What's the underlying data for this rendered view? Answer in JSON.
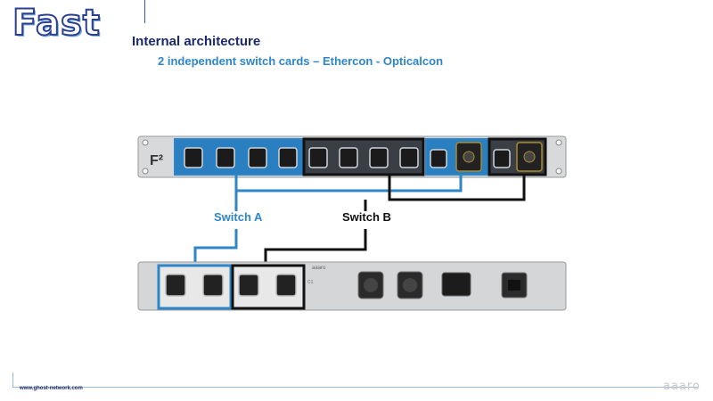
{
  "logo": {
    "text": "Fast"
  },
  "title": "Internal architecture",
  "subtitle": "2 independent switch cards – Ethercon - Opticalcon",
  "labels": {
    "switch_a": "Switch A",
    "switch_b": "Switch B"
  },
  "front_device": {
    "badge": "F²"
  },
  "rear_device": {
    "brand": "aaaro",
    "panel_label": "C1"
  },
  "footer": {
    "url": "www.ghost-network.com",
    "watermark": "aaaro"
  },
  "colors": {
    "switch_a": "#2e86c9",
    "switch_b": "#111111",
    "title": "#1a2a6c"
  }
}
